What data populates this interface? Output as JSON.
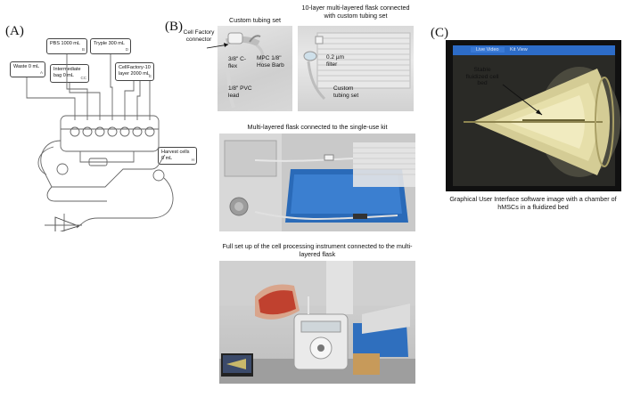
{
  "panels": {
    "a": {
      "letter": "(A)",
      "boxes": [
        {
          "id": "pbs",
          "text": "PBS 1000 mL",
          "tag": "B"
        },
        {
          "id": "tryple",
          "text": "Tryple 300 mL",
          "tag": "D"
        },
        {
          "id": "waste",
          "text": "Waste 0 mL",
          "tag": "A"
        },
        {
          "id": "intermediate",
          "text": "Intermediate bag 0 mL",
          "tag": "CC"
        },
        {
          "id": "cellfactory",
          "text": "CellFactory-10 layer 2000 mL",
          "tag": "E"
        },
        {
          "id": "harvest",
          "text": "Harvest cells 0 mL",
          "tag": "H"
        }
      ]
    },
    "b": {
      "letter": "(B)",
      "photo1": {
        "title": "Custom tubing set",
        "labels": [
          "Cell Factory connector",
          "3/8\" C-flex",
          "MPC 1/8\" Hose Barb",
          "1/8\" PVC lead"
        ]
      },
      "photo2": {
        "title": "10-layer multi-layered flask connected with custom tubing set",
        "labels": [
          "0.2 µm filter",
          "Custom tubing set"
        ]
      },
      "photo3": {
        "title": "Multi-layered flask connected to the single-use kit"
      },
      "photo4": {
        "title": "Full set up of the cell processing instrument connected to the multi-layered flask"
      }
    },
    "c": {
      "letter": "(C)",
      "screen_tabs": [
        "Live Video",
        "Kit View"
      ],
      "label": "Stable fluidized cell bed",
      "caption": "Graphical User Interface software image with a chamber of hMSCs in a fluidized bed"
    }
  }
}
